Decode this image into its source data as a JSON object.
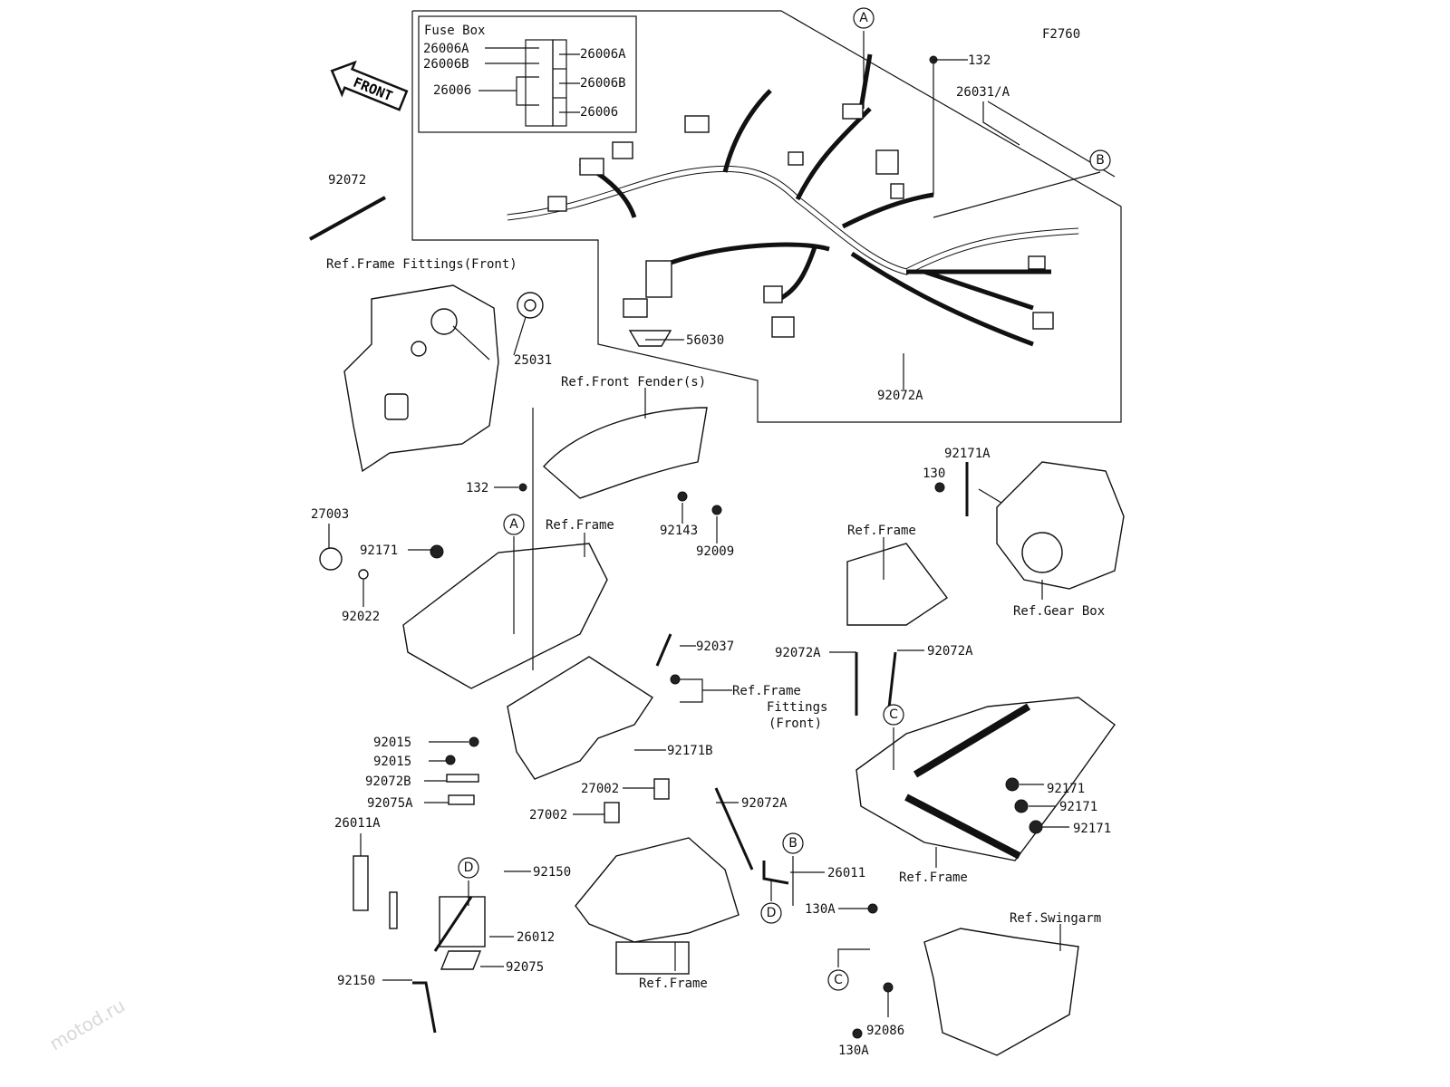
{
  "diagram_code": "F2760",
  "watermark": "motod.ru",
  "front_arrow": "FRONT",
  "fuse_box": {
    "title": "Fuse Box",
    "left": [
      "26006A",
      "26006B",
      "26006"
    ],
    "right": [
      "26006A",
      "26006B",
      "26006"
    ]
  },
  "labels": [
    "132",
    "26031/A",
    "92072",
    "Ref.Frame Fittings(Front)",
    "25031",
    "56030",
    "92072A",
    "Ref.Front Fender(s)",
    "132",
    "92143",
    "92009",
    "Ref.Frame",
    "27003",
    "92171",
    "92022",
    "92171A",
    "130",
    "Ref.Frame",
    "Ref.Gear Box",
    "92072A",
    "92072A",
    "92037",
    "Ref.Frame",
    "Fittings",
    "(Front)",
    "92171B",
    "92015",
    "92015",
    "92072B",
    "92075A",
    "26011A",
    "27002",
    "27002",
    "92072A",
    "92171",
    "92171",
    "92171",
    "92150",
    "26011",
    "Ref.Frame",
    "130A",
    "Ref.Swingarm",
    "26012",
    "92075",
    "92150",
    "Ref.Frame",
    "92086",
    "130A"
  ],
  "ref_marks": [
    "A",
    "A",
    "B",
    "C",
    "B",
    "D",
    "D",
    "C"
  ]
}
